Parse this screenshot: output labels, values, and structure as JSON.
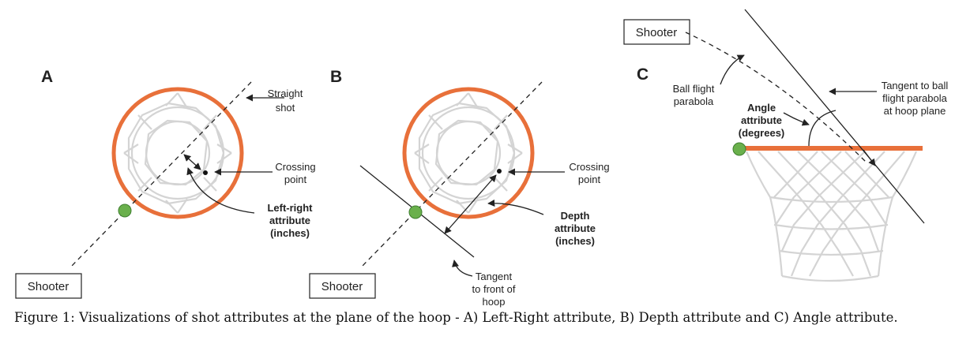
{
  "panels": {
    "A": {
      "letter": "A",
      "straight_shot": [
        "Straight",
        "shot"
      ],
      "crossing_point": [
        "Crossing",
        "point"
      ],
      "attribute": [
        "Left-right",
        "attribute",
        "(inches)"
      ],
      "shooter": "Shooter"
    },
    "B": {
      "letter": "B",
      "crossing_point": [
        "Crossing",
        "point"
      ],
      "attribute": [
        "Depth",
        "attribute",
        "(inches)"
      ],
      "tangent": [
        "Tangent",
        "to front of",
        "hoop"
      ],
      "shooter": "Shooter"
    },
    "C": {
      "letter": "C",
      "shooter": "Shooter",
      "ball_flight": [
        "Ball flight",
        "parabola"
      ],
      "tangent": [
        "Tangent to ball",
        "flight parabola",
        "at hoop plane"
      ],
      "attribute": [
        "Angle",
        "attribute",
        "(degrees)"
      ]
    }
  },
  "colors": {
    "rim": "#e8703a",
    "ball": "#6ab04c",
    "net": "#d4d4d4"
  },
  "caption": "Figure 1: Visualizations of shot attributes at the plane of the hoop - A) Left-Right attribute, B) Depth attribute and C) Angle attribute."
}
